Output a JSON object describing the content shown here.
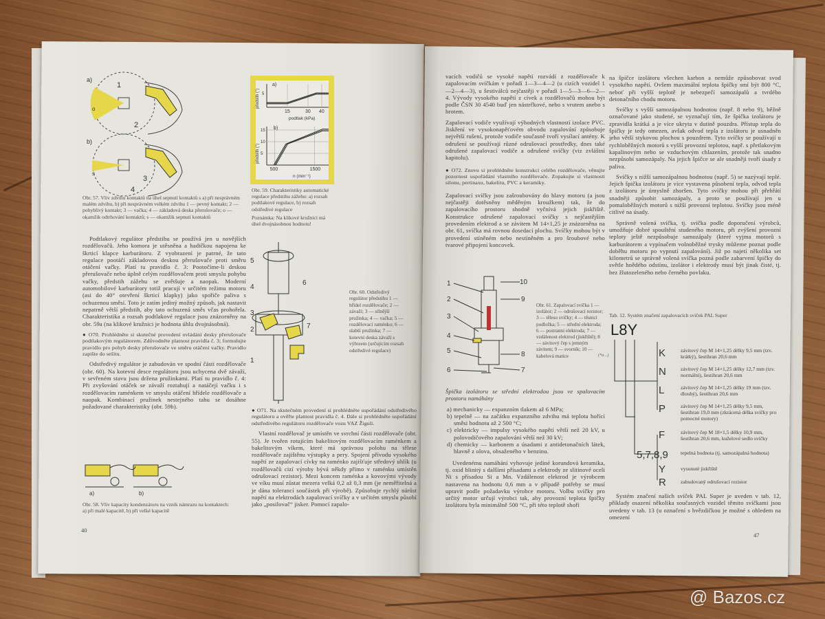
{
  "left_page": {
    "page_number": "40",
    "fig57_caption": "Obr. 57. Vliv zdvihu kontaktů na úhel sepnutí kontaktů s a) při nesprávném malém zdvihu, b) při nesprávném velkém zdvihu 1 — pevný kontakt; 2 — pohyblivý kontakt; 3 — vačka; 4 — základová deska přerušovače; o — okamžik odtrhování kontaktů; s — okamžik sepnutí kontaktů",
    "fig57_labels": {
      "a": "a)",
      "b": "b)",
      "n1": "1",
      "n2": "2",
      "n3": "3",
      "n4": "4",
      "o": "o",
      "s": "s"
    },
    "para_podtlakovy": "Podtlakový regulátor předstihu se používá jen u novějších rozdělovačů. Jeho komora je utěsněna a hadičkou napojena ke škrticí klapce karburátoru. Z vyobrazení je patrné, že tato regulace pootáčí základovou deskou přerušovače proti směru otáčení vačky. Platí tu pravidlo č. 3: Pootočíme-li deskou přerušovače nebo úplně celým rozdělovačem proti smyslu pohybu vačky, předstih zážehu se zvětšuje a naopak. Moderní automobilové karburátory totiž pracují v určitém režimu motoru (asi do 40° otevření škrticí klapky) jako spořiče paliva s ochuzenou směsí. Toto je zatím jediný možný způsob, jak nastavit nepatrně větší předstih, aby tato ochuzená směs včas prohořela. Charakteristika a rozsah podtlakové regulace jsou znázorněny na obr. 59a (na klikové kružnici je hodnota úhlu dvojnásobná).",
    "task_o70": "● O70. Prohlédněte si skutečné provedení ovládání desky přerušovače podtlakovým regulátorem. Zdůvodněte platnost pravidla č. 3; formulujte pravidlo pro pohyb desky přerušovače ve směru otáčení vačky. Pravidlo zapište do sešitu.",
    "para_odstredivy": "Odstředivý regulátor je zabudován ve spodní části rozdělovače (obr. 60). Na kotevní desce regulátoru jsou uchycena dvě závaží, v sevřeném stavu jsou držena pružinkami. Platí tu pravidlo č. 4: Při zvyšování otáček se závaží roztahují a natáčejí vačku i s rozdělovacím raménkem ve smyslu otáčení hřídele rozdělovače a naopak. Kombinací pružinek nestejného tahu se dosáhne požadované charakteristiky (obr. 59b).",
    "fig58_labels": {
      "a": "a)",
      "b": "b)"
    },
    "fig58_caption": "Obr. 58. Vliv kapacity kondenzátoru na vznik námrazu na kontaktech: a) při malé kapacitě, b) při velké kapacitě",
    "fig59": {
      "panel_a": "a)",
      "panel_b": "b)",
      "a_ylabel": "předstih (°)",
      "a_xlabel": "podtlak (kPa)",
      "a_yticks": [
        "5"
      ],
      "a_xticks": [
        "15",
        "30",
        "40"
      ],
      "b_ylabel": "předstih (°)",
      "b_xlabel": "n (min⁻¹)",
      "b_yticks": [
        "15",
        "10",
        "5"
      ],
      "b_xticks": [
        "500",
        "1500"
      ],
      "accent_color": "#e6d64a"
    },
    "fig59_caption": "Obr. 59. Charakteristiky automatické regulace předstihu zážehu: a) rozsah podtlakové regulace, b) rozsah odstředivé regulace",
    "fig59_note": "Poznámka: Na klikové kružnici má úhel dvojnásobnou hodnotu!",
    "fig60_labels": [
      "1",
      "2",
      "3",
      "4",
      "5",
      "6",
      "7"
    ],
    "fig60_caption": "Obr. 60. Odstředivý regulátor předstihu 1 — hřídel rozdělovače; 2 — závaží; 3 — silnější pružinka; 4 — vačka; 5 — rozdělovací raménko; 6 — slabší pružinka; 7 — kotevní deska závaží s výřezem (určujícím rozsah odstředivé regulace)",
    "task_o71": "● O71. Na skutečném provedení si prohlédněte uspořádání odstředivého regulátoru a ověřte platnost pravidla č. 4. Dále si prohlédněte uspořádání odstředivého regulátoru rozdělovače vozu VAZ Žiguli.",
    "para_vlastni": "Vlastní rozdělovač je umístěn ve svrchní části rozdělovače (obr. 55). Je tvořen rotujícím bakelitovým rozdělovacím raménkem a bakelitovým víkem, které má správnou polohu na tělese rozdělovače zajištěnu výstupky a pery. Spojení přívodu vysokého napětí ze zapalovací cívky na raménko zajišťuje středový uhlík (u rozdělovačů cizí výroby bývá někdy přímo v raménku umístěn odrušovací rezistor). Mezi koncem raménka a kovovými vývody ve víku musí zůstat mezera velká 0,2 až 0,3 mm (je neměřitelná a je dána tolerancí součástek při výrobě). Způsobuje rychlý nárůst napětí na elektrodách zapalovací svíčky a v určitém smyslu působí jako „posilovač“ jisker. Pomocí zapalo-"
  },
  "right_page": {
    "page_number": "47",
    "para_vodice": "vacích vodičů se vysoké napětí rozvádí z rozdělovače k zapalovacím svíčkám v pořadí 1—3—4—2 (u cizích vozidel 1—2—4—3), u šestiválců nejčastěji v pořadí 1—5—3—6—2—4. Vývody vysokého napětí z cívek a rozdělovačů mohou být podle ČSN 30 4540 buď jen nástrčkové, nebo s vrutem anebo s hrotem.",
    "para_pvc": "Zapalovací vodiče využívají výhodných vlastností izolace PVC. Jiskření ve vysokonapěťovém obvodu zapalování způsobuje největší rušení, protože vodiče současně tvoří vysílací antény. K odrušení se používají různé odrušovací prostředky, dnes také odrušené zapalovací vodiče a odrušené svíčky (viz zvláštní kapitolu).",
    "task_o72": "● O72. Znovu si prohlédněte konstrukci celého rozdělovače, věnujte pozornost uspořádání vlastního rozdělovače. Zopakujte si vlastnosti silonu, pertinaxu, bakelitu, PVC a keramiky.",
    "para_svicky": "Zapalovací svíčky jsou zašroubovány do hlavy motoru (a jsou nejčastěji dotěsněny měděným kroužkem) tak, že do zapalovacího prostoru shodně vyčnívá jejich jiskřiště. Konstrukce odrušené zapalovací svíčky s nejčastějším provedením elektrod a se závitem M 14×1,25 je znázorněna na obr. 61, svíčka má rovnou dosedací plochu. Svíčky mohou být v provedení stíněném nebo nestíněném a pro šroubové nebo tvarové připojení koncovek.",
    "fig61_labels": [
      "1",
      "2",
      "3",
      "4",
      "5",
      "6",
      "7",
      "8",
      "9",
      "10"
    ],
    "fig61_caption": "Obr. 61. Zapalovací svíčka 1 — izolátor; 2 — odrušovací rezistor; 3 — těleso svíčky; 4 — těsnicí podložka; 5 — střední elektroda; 6 — postranní elektroda; 7 — vzdálenost elektrod (jiskřiště); 8 — závitový čep s jemným závitem; 9 — svorník; 10 — kabelová matice",
    "para_spicka_intro": "Špička izolátoru se střední elektrodou jsou ve spalovacím prostoru namáhány",
    "stress_list": [
      "a) mechanicky — expanzním tlakem až 6 MPa;",
      "b) tepelně — na začátku expanzního zdvihu má teplota hořící směsi hodnotu až 2 500 °C;",
      "c) elektricky — impulsy vysokého napětí větší než 20 kV, u polovodičového zapalování větší než 30 kV;",
      "d) chemicky — karbonem a úsadami z antidetonačních látek, hlavně z olova, obsaženého v benzinu."
    ],
    "para_keramika": "Uvedenému namáhání vyhovuje jediné korundová keramika, tj. oxid hlinitý s dalšími přísadami a elektrody ze slitinové oceli Ni s přísadou Si a Mn. Vzdálenost elektrod je výrobcem nastavena na hodnotu 0,6 mm a v případě potřeby se musí upravit podle požadavku výrobce motoru. Volbu svíčky pro určitý motor určují výrobci tak, aby provozní teplota špičky izolátoru byla minimálně 500 °C, při této teplotě shoří",
    "para_karbon": "na špičce izolátoru všechen karbon a nemůže způsobovat svod vysokého napětí. Ovšem maximální teplota špičky smí být 800 °C, neboť při vyšší teplotě je nebezpečí samozápalů a tvrdého detonačního chodu motoru.",
    "para_studene": "Svíčky s vyšší samozápalnou hodnotou (např. 8 nebo 9), běžně označované jako studené, se vyznačují tím, že špička izolátoru je zpravidla krátká a je více ukryta v dutině pouzdra. Přístup tepla do špičky je tedy omezen, avšak odvod tepla z izolátoru je usnadněn jeho větší stykovou plochou s pouzdrem. Tyto svíčky se používají u rychloběžných motorů s vyšší provozní teplotou, např. s přetlakovým kapalinovým nebo se vzduchovým chlazením, protože tak snadno nezpůsobí samozápaly. Na jejich špičce se ale snadněji tvoří úsady z paliva.",
    "para_teple": "Svíčky s nižší samozápalnou hodnotou (např. 5) se nazývají teplé. Jejich špička izolátoru je více vystavena působení tepla, odvod tepla z izolátoru je úmyslně zhoršen. Tyto svíčky mohou při přehřátí snadněji způsobit samozápaly, a proto se používají jen u pomaloběžných motorů s nižší provozní teplotou. Svíčky jsou méně citlivé na úsady.",
    "para_spravne": "Správně volená svíčka, tj. svíčka podle doporučení výrobců, umožňuje dobré spouštění studeného motoru, při zvýšení provozní teploty ještě nezpůsobuje samozápaly (které vyjma motorů s karburátorem a vypínačem volnoběžné trysky můžeme poznat podle doběhu motoru po vypnutí zapalování). Již po najetí několika set kilometrů se správně volená svíčka pozná podle zabarvení špičky do světle hnědého odstínu, izolátor i elektrody musí být jinak čisté, tj. bez žlutozeleného nebo černého povlaku.",
    "table12": {
      "caption": "Tab. 12. Systém značení zapalovacích svíček PAL Super",
      "code": "L8Y",
      "margin_note": "(*a…)",
      "rows": [
        {
          "code": "K",
          "desc": "závitový čep M 14×1,25 délky 9,5 mm (tzv. krátký), šestihran 20,6 mm"
        },
        {
          "code": "N",
          "desc": "závitový čep M 14×1,25 délky 12,7 mm (tzv. normální), šestihran 20,6 mm"
        },
        {
          "code": "L",
          "desc": "závitový čep M 14×1,25 délky 19 mm (tzv. dlouhý), šestihran 20,6 mm"
        },
        {
          "code": "P",
          "desc": "závitový čep M 14×1,25 délky 9,5 mm, šestihran 19,0 mm (zkrácená délka svíčky pro pomocné motory)"
        },
        {
          "code": "F",
          "desc": "závitový čep M 18×1,5 délky 10,9 mm, šestihran 20,6 mm, kuželové sedlo svíčky"
        },
        {
          "code": "5,7,8,9",
          "desc": "tepelná hodnota (tj. samozápalná hodnota)"
        },
        {
          "code": "Y",
          "desc": "vysunuté jiskřiště"
        },
        {
          "code": "R",
          "desc": "zabudovaný odrušovací rezistor"
        }
      ]
    },
    "para_system": "Systém značení našich svíček PAL Super je uveden v tab. 12, příklady osazení několika současných vozidel těmito svíčkami jsou uvedeny v tab. 13 (u označení s hvězdičkou je možné s ohledem na omezení"
  },
  "watermark": "@ Bazos.cz",
  "colors": {
    "wood": "#8a5a35",
    "paper": "#e4e3dc",
    "figure_yellow": "#e6d64a"
  }
}
